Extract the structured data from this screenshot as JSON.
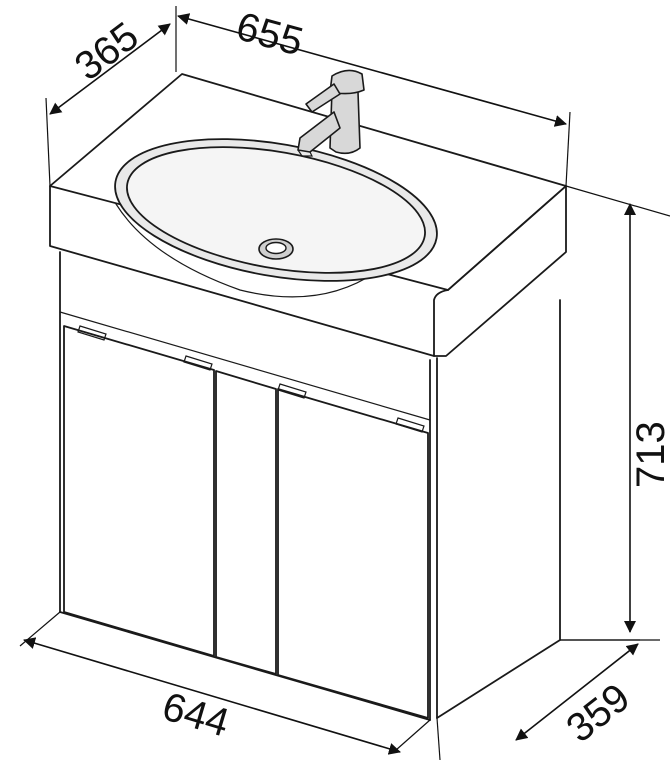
{
  "dimensions": {
    "top_width": "655",
    "top_depth": "365",
    "height": "713",
    "bottom_width": "644",
    "bottom_depth": "359"
  },
  "colors": {
    "line": "#1a1a1a",
    "background": "#ffffff"
  }
}
